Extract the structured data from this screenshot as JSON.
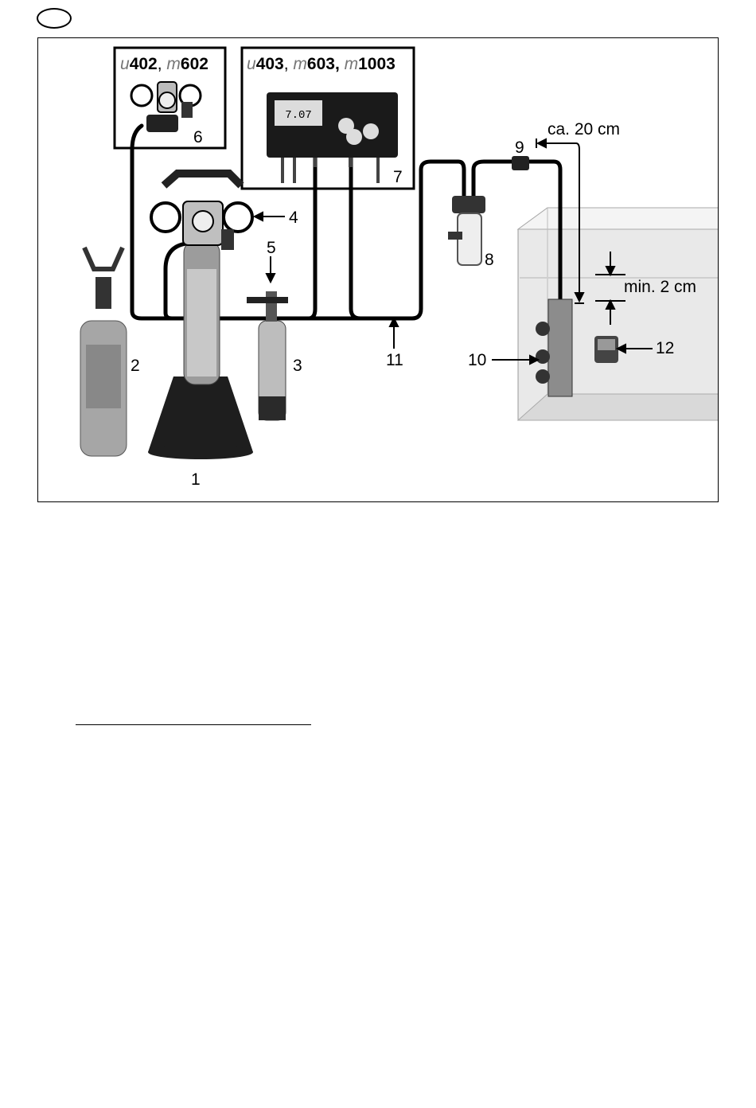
{
  "language_badge": {
    "text": ""
  },
  "boxes": {
    "box6": {
      "prefix1": "u",
      "num1": "402",
      "sep": ", ",
      "prefix2": "m",
      "num2": "602"
    },
    "box7": {
      "prefix1": "u",
      "num1": "403",
      "sep1": ", ",
      "prefix2": "m",
      "num2": "603",
      "sep2": ", ",
      "prefix3": "m",
      "num3": "1003"
    }
  },
  "callouts": {
    "c1": "1",
    "c2": "2",
    "c3": "3",
    "c4": "4",
    "c5": "5",
    "c6": "6",
    "c7": "7",
    "c8": "8",
    "c9": "9",
    "c10": "10",
    "c11": "11",
    "c12": "12"
  },
  "dimensions": {
    "top": "ca. 20 cm",
    "gap": "min. 2 cm"
  },
  "controller_display": {
    "value": "7.07"
  },
  "colors": {
    "ink": "#000000",
    "tube": "#000000",
    "tank_glass": "#e6e6e6",
    "cylinder_grey": "#9a9a9a",
    "cylinder_dark": "#3a3a3a",
    "prefix_grey": "#777777"
  }
}
